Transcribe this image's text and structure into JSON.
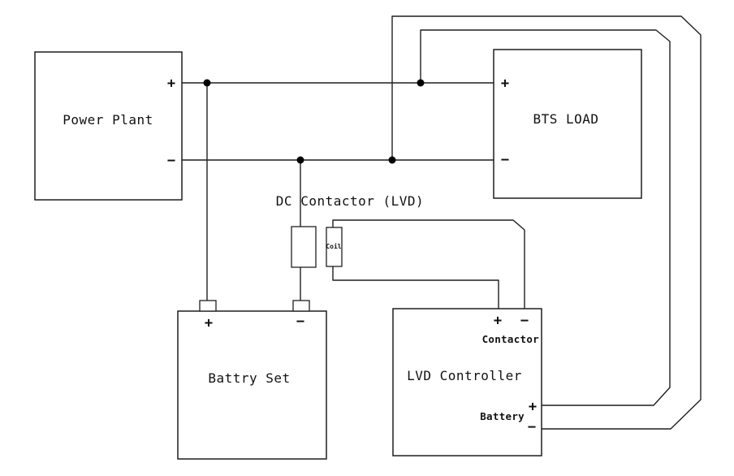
{
  "meta": {
    "title": "DC power system wiring diagram with LVD (Low Voltage Disconnect)",
    "background_color": "#ffffff",
    "line_color": "#1f1f1f",
    "text_color": "#111111"
  },
  "blocks": {
    "power_plant": {
      "label": "Power Plant",
      "plus": "+",
      "minus": "−"
    },
    "bts_load": {
      "label": "BTS LOAD",
      "plus": "+",
      "minus": "−"
    },
    "battery_set": {
      "label": "Battry Set",
      "plus": "+",
      "minus": "−"
    },
    "lvd_controller": {
      "label": "LVD Controller",
      "contactor_label": "Contactor",
      "contactor_plus": "+",
      "contactor_minus": "−",
      "battery_label": "Battery",
      "battery_plus": "+",
      "battery_minus": "−"
    },
    "dc_contactor": {
      "label": "DC Contactor (LVD)",
      "coil_label": "Coil"
    }
  },
  "connections": [
    "Power Plant + to BTS LOAD + (positive bus)",
    "Power Plant − to BTS LOAD − (negative bus)",
    "Positive bus to Battry Set + terminal",
    "Negative bus through DC contactor switch to Battry Set − terminal",
    "Positive bus loop to LVD Controller Battery +",
    "Negative bus loop to LVD Controller Battery −",
    "Coil top to LVD Controller Contactor −",
    "Coil bottom to LVD Controller Contactor +"
  ]
}
